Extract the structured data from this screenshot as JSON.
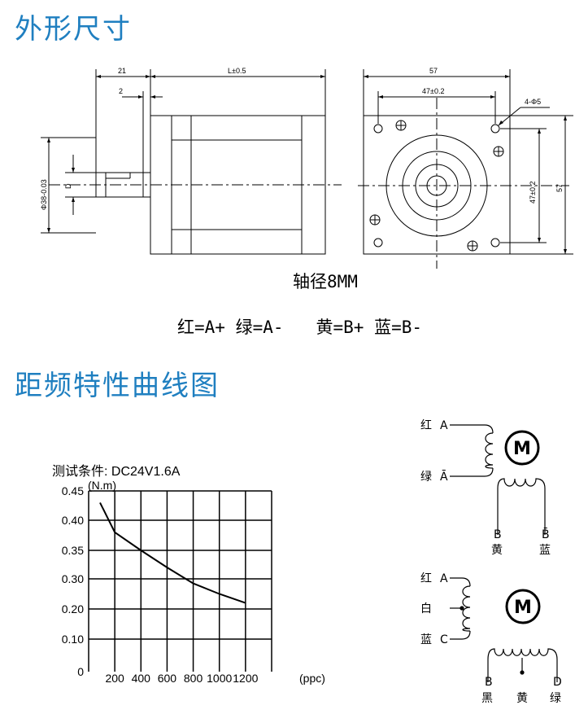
{
  "sections": {
    "dimensions_title": "外形尺寸",
    "curve_title": "距频特性曲线图"
  },
  "drawing": {
    "dim_21": "21",
    "dim_2": "2",
    "dim_L": "L±0.5",
    "dim_57_top": "57",
    "dim_47_top": "47±0.2",
    "dim_holes": "4-Φ5",
    "dim_47_side": "47±0.2",
    "dim_57_side": "57",
    "dim_phi38": "Φ38-0.03",
    "dim_D": "D",
    "shaft_caption": "轴径8MM",
    "wire_caption_1": "红=A+ 绿=A-",
    "wire_caption_2": "黄=B+ 蓝=B-"
  },
  "chart_data": {
    "type": "line",
    "title": "测试条件: DC24V1.6A",
    "ylabel": "(N.m)",
    "xlabel": "(ppc)",
    "x_ticks": [
      "200",
      "400",
      "600",
      "800",
      "1000",
      "1200"
    ],
    "y_ticks": [
      "0",
      "0.10",
      "0.20",
      "0.30",
      "0.35",
      "0.40",
      "0.45"
    ],
    "x": [
      0,
      200,
      400,
      600,
      800,
      1000,
      1200
    ],
    "values": [
      0.43,
      0.38,
      0.35,
      0.32,
      0.285,
      0.25,
      0.22
    ],
    "xlim": [
      0,
      1400
    ],
    "grid": true
  },
  "wiring": {
    "four_wire": {
      "motor_label": "M",
      "a_color": "红",
      "a_label": "A",
      "abar_color": "绿",
      "abar_label": "Ā",
      "b_label": "B",
      "bbar_label": "B̄",
      "b_color": "黄",
      "bbar_color": "蓝"
    },
    "six_wire": {
      "motor_label": "M",
      "a_color": "红",
      "a_label": "A",
      "mid_color": "白",
      "c_color": "蓝",
      "c_label": "C",
      "b_label": "B",
      "d_label": "D",
      "b_color": "黑",
      "mid2_color": "黄",
      "d_color": "绿"
    }
  }
}
